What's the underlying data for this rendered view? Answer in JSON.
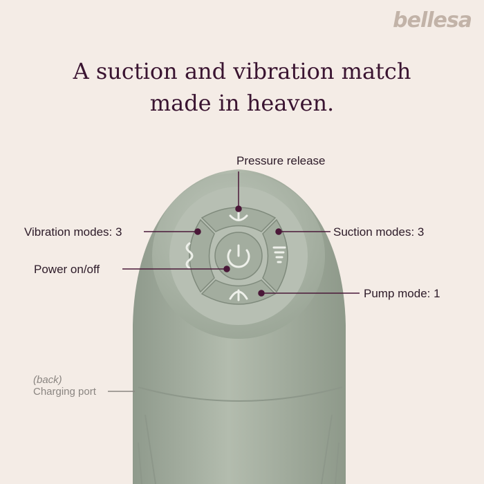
{
  "brand": "bellesa",
  "headline": {
    "line1": "A suction and vibration match",
    "line2": "made in heaven."
  },
  "callouts": {
    "pressure_release": "Pressure release",
    "vibration_modes": "Vibration modes: 3",
    "suction_modes": "Suction modes: 3",
    "power": "Power on/off",
    "pump_mode": "Pump mode: 1",
    "charging_note": "(back)",
    "charging_port": "Charging port"
  },
  "colors": {
    "background": "#f4ece6",
    "device": "#a9b3a5",
    "accent": "#4a1838"
  }
}
